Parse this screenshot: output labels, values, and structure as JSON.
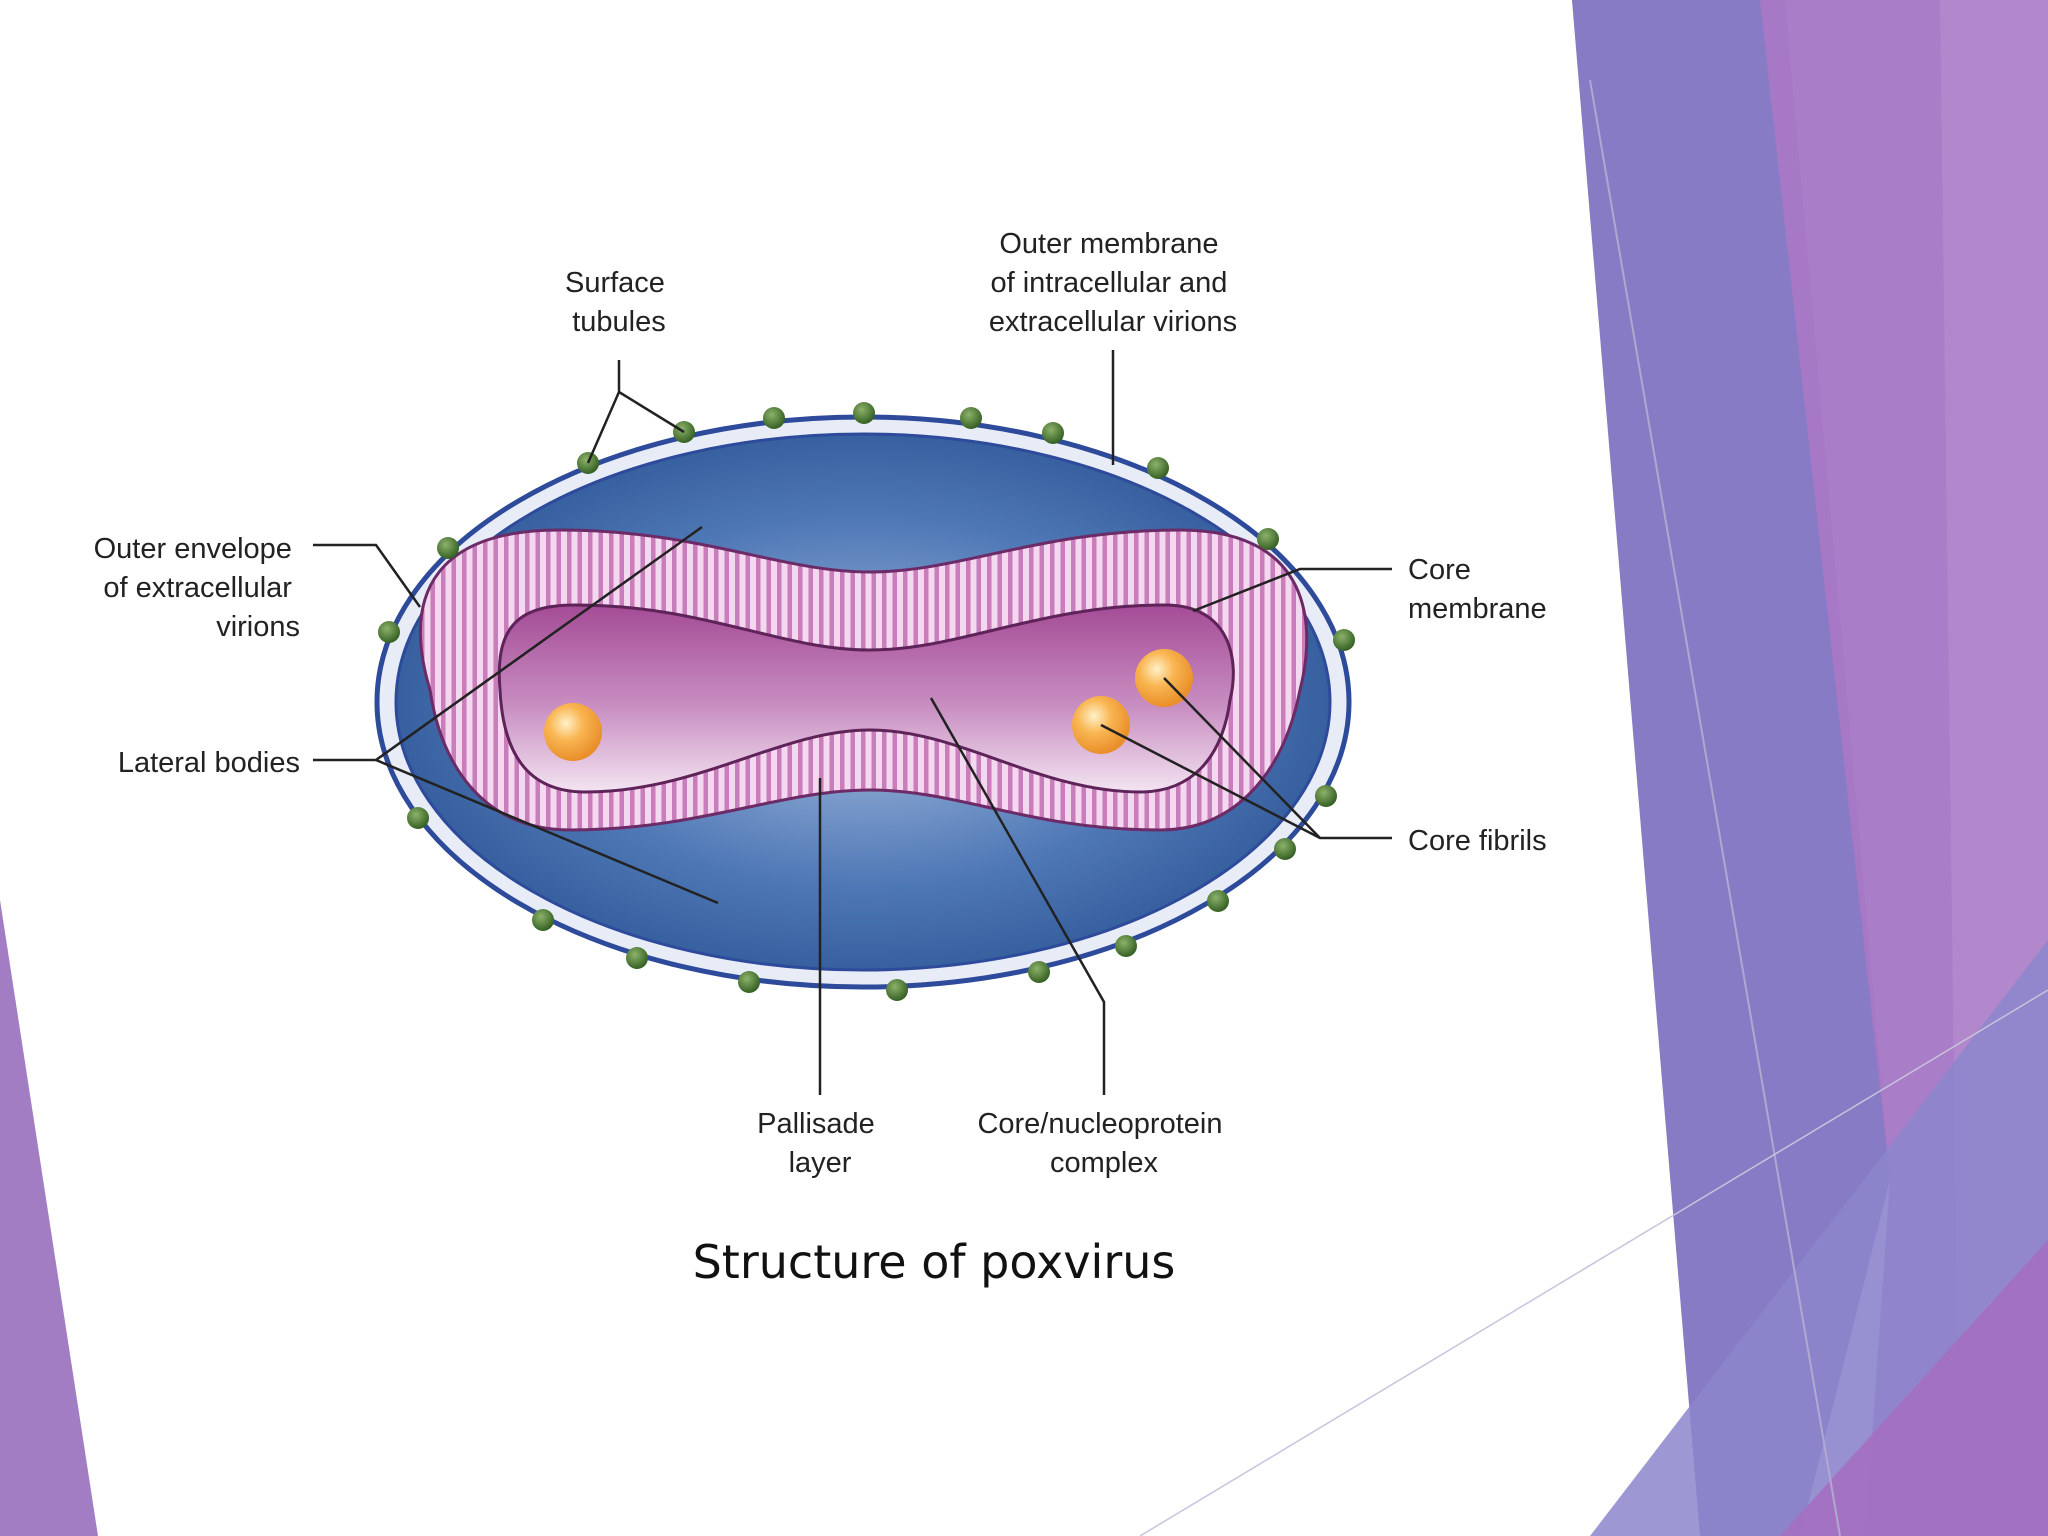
{
  "caption": "Structure of poxvirus",
  "labels": {
    "surface_tubules": [
      "Surface",
      "tubules"
    ],
    "outer_membrane": [
      "Outer membrane",
      "of intracellular and",
      "extracellular virions"
    ],
    "outer_envelope": [
      "Outer envelope",
      "of extracellular",
      "virions"
    ],
    "core_membrane": [
      "Core",
      "membrane"
    ],
    "lateral_bodies": [
      "Lateral bodies"
    ],
    "core_fibrils": [
      "Core fibrils"
    ],
    "pallisade_layer": [
      "Pallisade",
      "layer"
    ],
    "core_nucleoprotein": [
      "Core/nucleoprotein",
      "complex"
    ]
  },
  "colors": {
    "background": "#ffffff",
    "envelope_outline": "#2e4a9a",
    "envelope_fill": "#2a5596",
    "envelope_center": "#a9bfe0",
    "pallisade": "#d58fc9",
    "core_fill": "#b3569f",
    "lateral_body": "#f4a24a",
    "surface_tubule": "#3f6b26",
    "deco_violet": "#7c72c0",
    "deco_purple": "#a878c6"
  }
}
